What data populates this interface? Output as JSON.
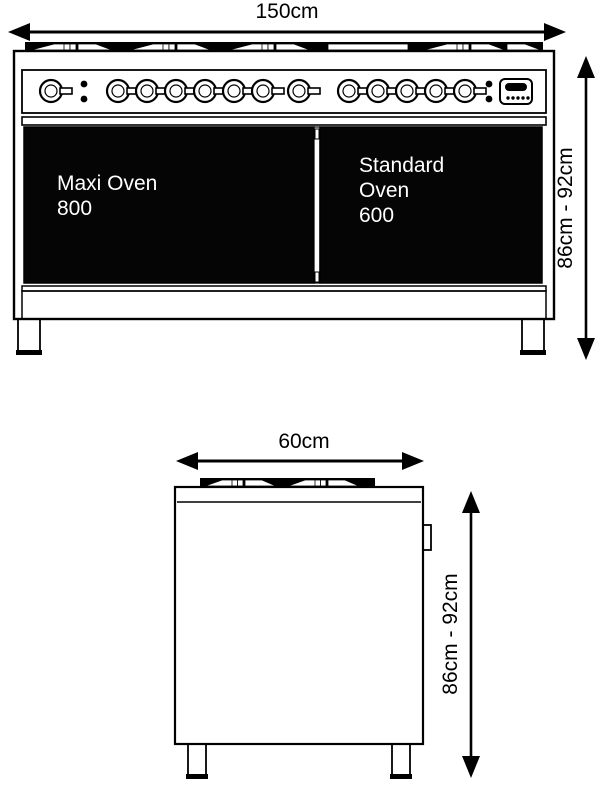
{
  "document": {
    "type": "technical-dimension-drawing",
    "subject": "Range cooker dimensions"
  },
  "figures": [
    {
      "id": "front-view",
      "name": "range-cooker-front-view",
      "width_dimension": {
        "label": "150cm",
        "value": 150,
        "unit": "cm",
        "orientation": "horizontal",
        "position": "top"
      },
      "height_dimension": {
        "label": "86cm - 92cm",
        "min": 86,
        "max": 92,
        "unit": "cm",
        "orientation": "vertical",
        "position": "right"
      },
      "oven_doors": [
        {
          "name": "maxi-oven-door",
          "title": "Maxi Oven",
          "size": "800",
          "lines": [
            "Maxi Oven",
            "800"
          ],
          "fill": "#050505"
        },
        {
          "name": "standard-oven-door",
          "title": "Standard Oven",
          "size": "600",
          "lines": [
            "Standard",
            "Oven",
            "600"
          ],
          "fill": "#050505"
        }
      ],
      "control_panel": {
        "knob_count": 13,
        "indicator_light_clusters": 2,
        "timer_display": "timer-display"
      },
      "hob": {
        "burner_groups": 5,
        "description": "gas hob with pan supports"
      },
      "legs": 2
    },
    {
      "id": "side-view",
      "name": "range-cooker-side-view",
      "width_dimension": {
        "label": "60cm",
        "value": 60,
        "unit": "cm",
        "orientation": "horizontal",
        "position": "top"
      },
      "height_dimension": {
        "label": "86cm - 92cm",
        "min": 86,
        "max": 92,
        "unit": "cm",
        "orientation": "vertical",
        "position": "right"
      },
      "handle": "door-handle",
      "legs": 2
    }
  ],
  "colors": {
    "line": "#000000",
    "oven_glass": "#050505",
    "background": "#ffffff",
    "label_text": "#000000",
    "oven_text": "#ffffff"
  }
}
